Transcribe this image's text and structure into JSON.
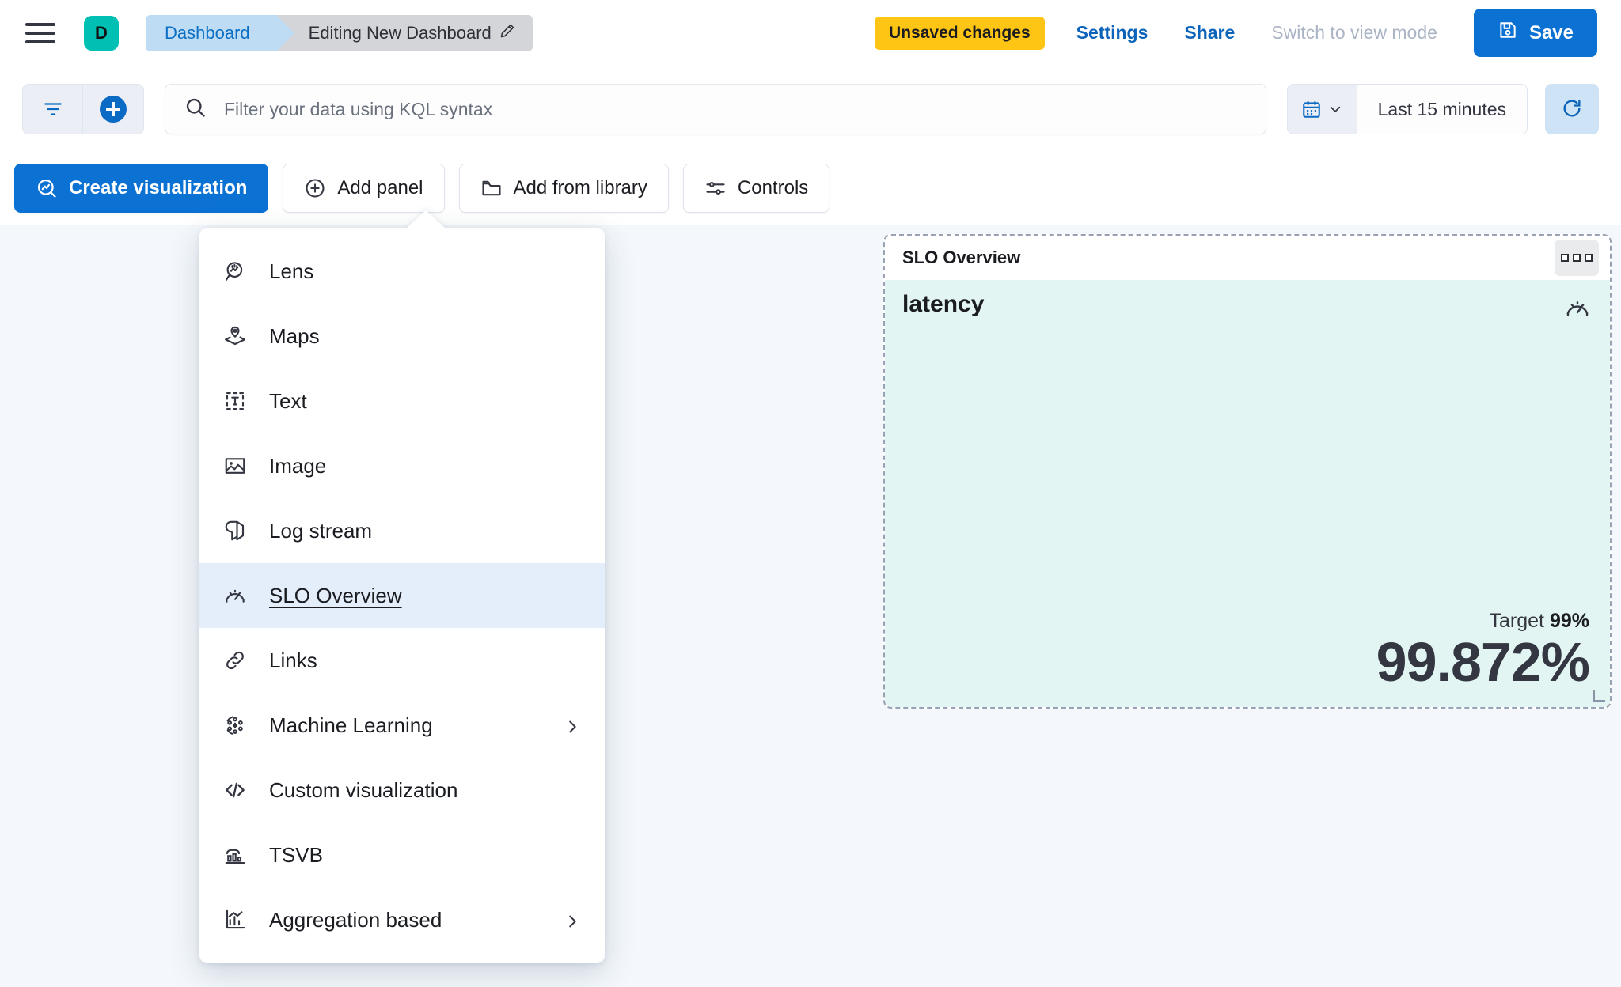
{
  "header": {
    "menu_icon": "hamburger-menu-icon",
    "avatar_initial": "D",
    "breadcrumbs": [
      {
        "label": "Dashboard",
        "type": "link"
      },
      {
        "label": "Editing New Dashboard",
        "type": "current",
        "icon": "pencil-icon"
      }
    ],
    "unsaved_badge": "Unsaved changes",
    "settings_label": "Settings",
    "share_label": "Share",
    "view_mode_label": "Switch to view mode",
    "save_label": "Save",
    "save_icon": "save-floppy-icon"
  },
  "querybar": {
    "filter_icon": "filter-icon",
    "add_filter_icon": "plus-circle-icon",
    "search_icon": "search-icon",
    "search_value": "",
    "search_placeholder": "Filter your data using KQL syntax",
    "calendar_icon": "calendar-icon",
    "chevron_icon": "chevron-down-icon",
    "date_range": "Last 15 minutes",
    "refresh_icon": "refresh-icon"
  },
  "toolbar": {
    "create_visualization": "Create visualization",
    "add_panel": "Add panel",
    "add_from_library": "Add from library",
    "controls": "Controls"
  },
  "add_panel_menu": {
    "items": [
      {
        "label": "Lens",
        "icon": "lens-icon",
        "selected": false,
        "submenu": false
      },
      {
        "label": "Maps",
        "icon": "maps-icon",
        "selected": false,
        "submenu": false
      },
      {
        "label": "Text",
        "icon": "text-icon",
        "selected": false,
        "submenu": false
      },
      {
        "label": "Image",
        "icon": "image-icon",
        "selected": false,
        "submenu": false
      },
      {
        "label": "Log stream",
        "icon": "log-stream-icon",
        "selected": false,
        "submenu": false
      },
      {
        "label": "SLO Overview",
        "icon": "gauge-icon",
        "selected": true,
        "submenu": false
      },
      {
        "label": "Links",
        "icon": "link-icon",
        "selected": false,
        "submenu": false
      },
      {
        "label": "Machine Learning",
        "icon": "machine-learning-icon",
        "selected": false,
        "submenu": true
      },
      {
        "label": "Custom visualization",
        "icon": "code-icon",
        "selected": false,
        "submenu": false
      },
      {
        "label": "TSVB",
        "icon": "tsvb-chart-icon",
        "selected": false,
        "submenu": false
      },
      {
        "label": "Aggregation based",
        "icon": "aggregation-chart-icon",
        "selected": false,
        "submenu": true
      }
    ]
  },
  "slo_panel": {
    "title": "SLO Overview",
    "menu_icon": "panel-context-menu-icon",
    "slo_name": "latency",
    "gauge_icon": "gauge-icon",
    "target_label": "Target",
    "target_value": "99%",
    "sli_value": "99.872%"
  },
  "colors": {
    "primary_blue": "#0b72d4",
    "accent_teal": "#00bfb3",
    "warning_yellow": "#fec514",
    "panel_body_mint": "#e3f5f2",
    "breadcrumb_active": "#bfdcf5"
  }
}
